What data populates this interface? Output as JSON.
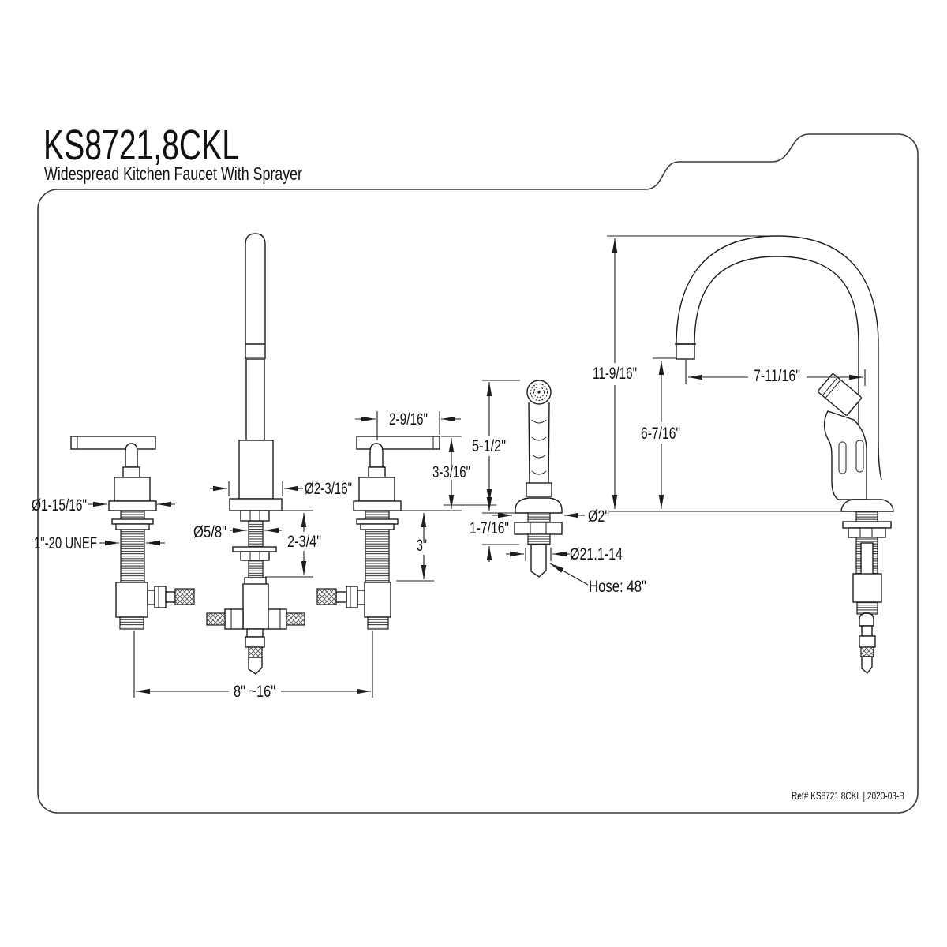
{
  "title": "KS8721,8CKL",
  "subtitle": "Widespread Kitchen Faucet With Sprayer",
  "footer": "Ref# KS8721,8CKL | 2020-03-B",
  "colors": {
    "line": "#1c1c1c",
    "text": "#111111",
    "background": "#ffffff"
  },
  "labels": {
    "handle_escutcheon_diameter": "Ø1-15/16\"",
    "handle_shank_thread": "1\"-20 UNEF",
    "spout_stud_diameter": "Ø5/8\"",
    "spout_stud_length": "2-3/4\"",
    "spout_base_diameter": "Ø2-3/16\"",
    "handle_lever_length": "2-9/16\"",
    "handle_height": "3-3/16\"",
    "handle_shank_length": "3\"",
    "spread_range": "8\" ~16\"",
    "sprayer_height": "5-1/2\"",
    "sprayer_shank_length": "1-7/16\"",
    "sprayer_base_diameter": "Ø2\"",
    "sprayer_shank_thread": "Ø21.1-14",
    "hose_length": "Hose: 48\"",
    "spout_height": "11-9/16\"",
    "spout_outlet_clearance": "6-7/16\"",
    "spout_reach": "7-11/16\""
  }
}
